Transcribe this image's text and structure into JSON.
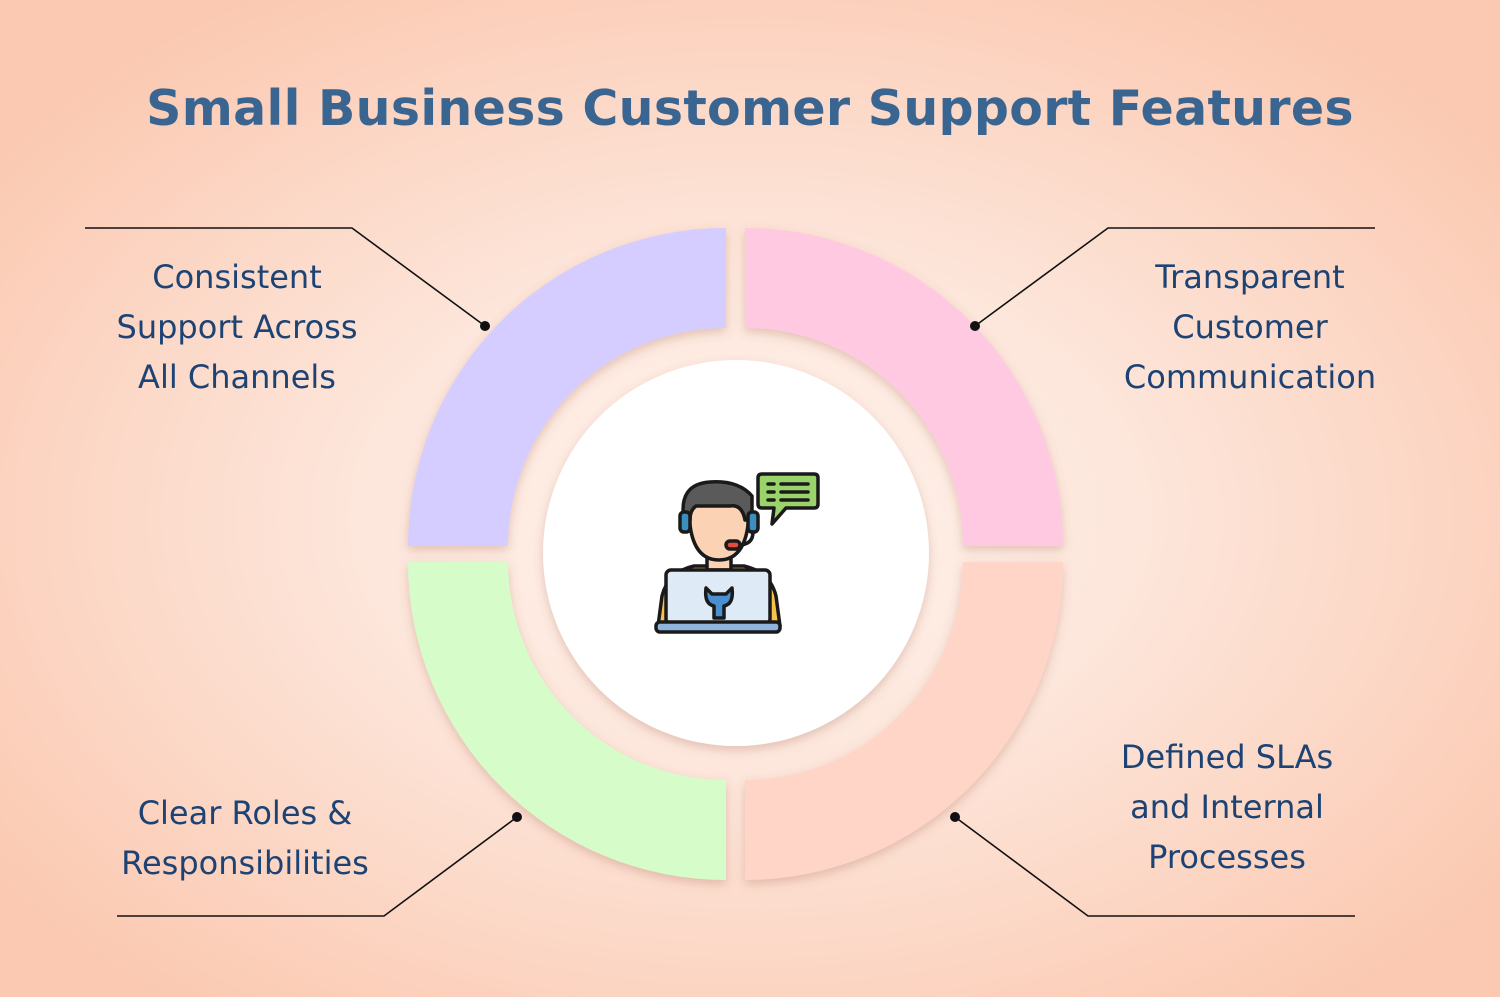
{
  "title": "Small Business Customer Support Features",
  "center_icon": "customer-support-agent-icon",
  "features": [
    {
      "id": "top-left",
      "lines": [
        "Consistent",
        "Support Across",
        "All Channels"
      ],
      "color": "#d5ccff"
    },
    {
      "id": "top-right",
      "lines": [
        "Transparent",
        "Customer",
        "Communication"
      ],
      "color": "#ffc9e2"
    },
    {
      "id": "bottom-left",
      "lines": [
        "Clear Roles &",
        "Responsibilities"
      ],
      "color": "#d6fcca"
    },
    {
      "id": "bottom-right",
      "lines": [
        "Defined SLAs",
        "and Internal",
        "Processes"
      ],
      "color": "#ffd5c8"
    }
  ]
}
